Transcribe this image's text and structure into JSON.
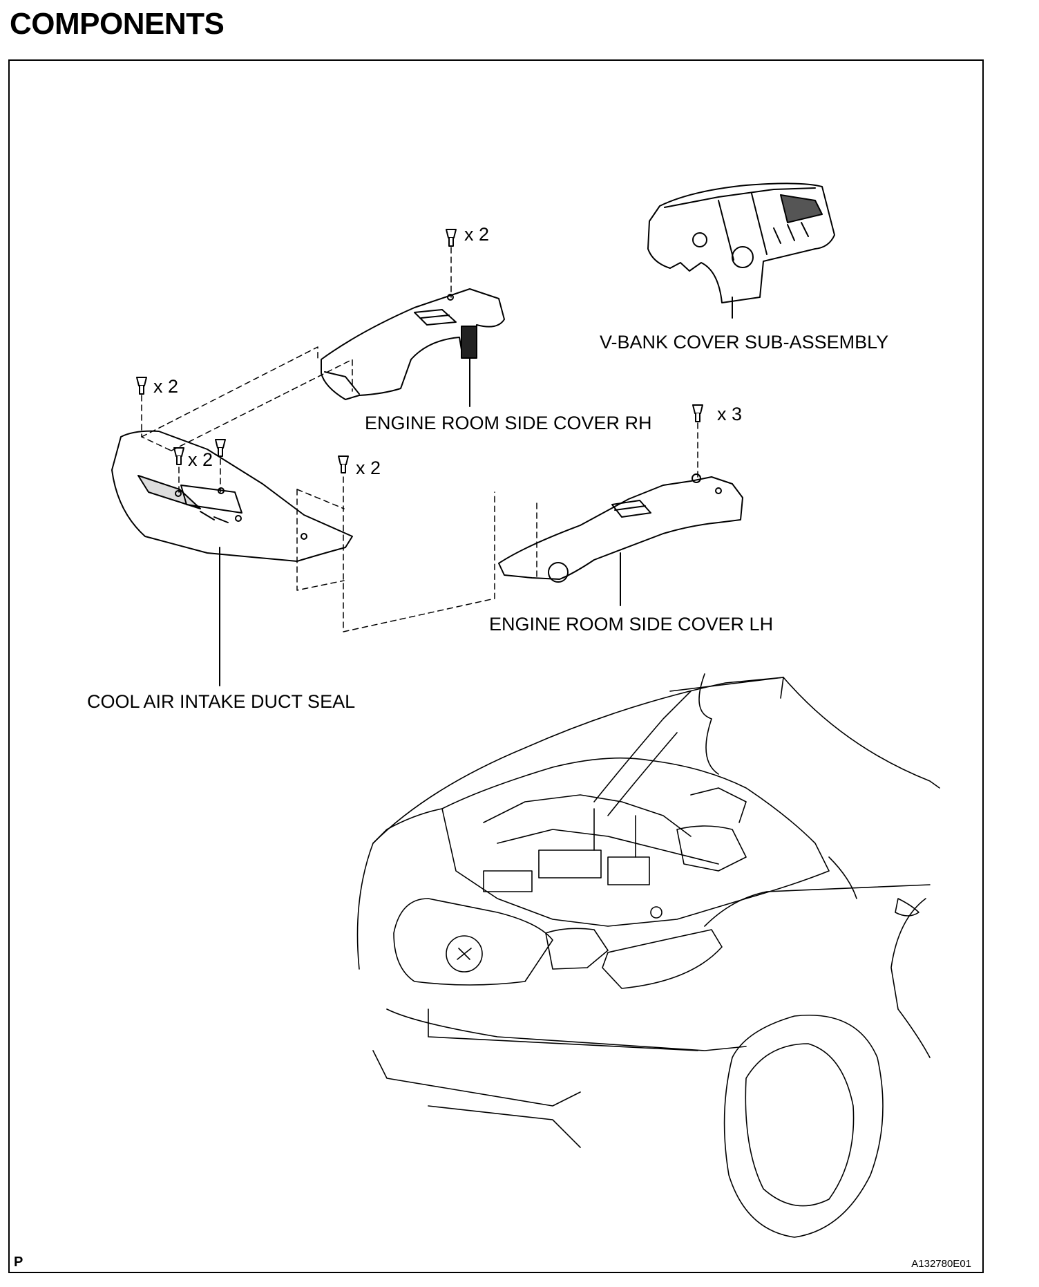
{
  "page": {
    "title": "COMPONENTS"
  },
  "labels": {
    "vbank": "V-BANK COVER SUB-ASSEMBLY",
    "rh": "ENGINE ROOM SIDE COVER RH",
    "lh": "ENGINE ROOM SIDE COVER LH",
    "seal": "COOL AIR INTAKE DUCT SEAL"
  },
  "quantities": {
    "rh_top": "x 2",
    "left_top": "x 2",
    "left_mid": "x 2",
    "center": "x 2",
    "lh_top": "x 3"
  },
  "footer": {
    "section": "P",
    "figure_id": "A132780E01"
  }
}
